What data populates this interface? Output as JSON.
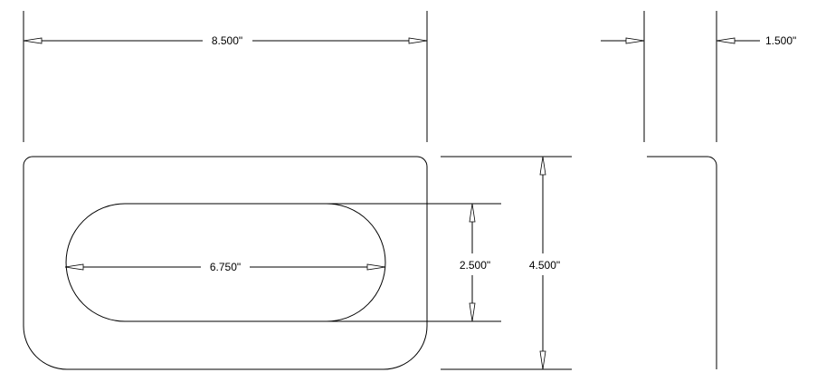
{
  "drawing": {
    "dimensions": {
      "overall_width": "8.500\"",
      "slot_length": "6.750\"",
      "slot_height": "2.500\"",
      "overall_height": "4.500\"",
      "thickness": "1.500\""
    }
  }
}
